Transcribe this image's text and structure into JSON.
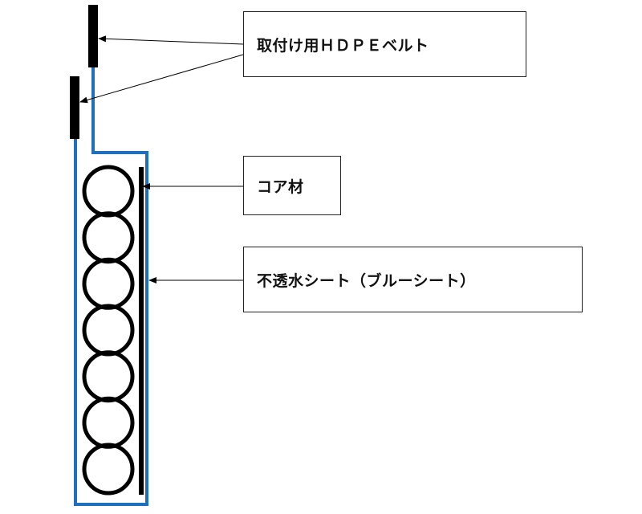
{
  "labels": {
    "belt": "取付け用ＨＤＰＥベルト",
    "core": "コア材",
    "sheet": "不透水シート（ブルーシート）"
  },
  "colors": {
    "sheet_line": "#1f6fbf",
    "strap": "#000000",
    "stroke": "#000000",
    "box_border": "#222222"
  },
  "core": {
    "circle_count": 7
  }
}
